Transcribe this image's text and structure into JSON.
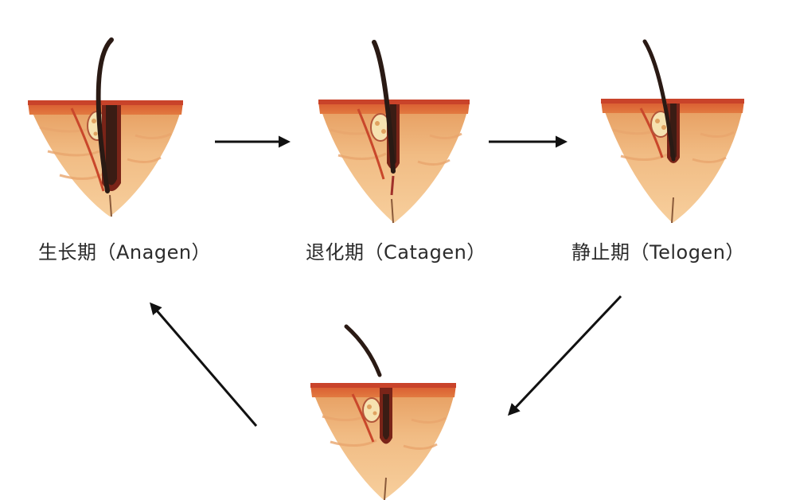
{
  "stages": [
    {
      "label": "生长期（Anagen）"
    },
    {
      "label": "退化期（Catagen）"
    },
    {
      "label": "静止期（Telogen）"
    },
    {
      "label": ""
    }
  ],
  "colors": {
    "skin_surface": "#c9472b",
    "skin_layer": "#e07a3c",
    "dermis_light": "#f3c28a",
    "dermis_mid": "#e8a56b",
    "hair": "#2a1a14",
    "follicle": "#7a2418",
    "gland": "#f6e2b0",
    "arrow": "#111111"
  }
}
